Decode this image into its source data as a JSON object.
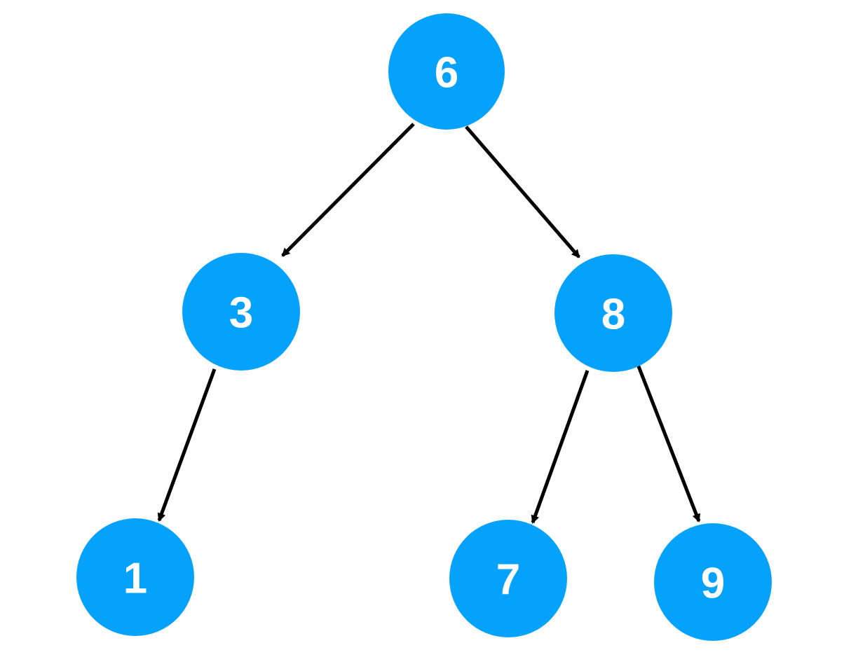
{
  "tree": {
    "colors": {
      "node_fill": "#05a2fd",
      "node_text": "#ffffff",
      "edge": "#000000"
    },
    "nodes": [
      {
        "id": "n6",
        "label": "6"
      },
      {
        "id": "n3",
        "label": "3"
      },
      {
        "id": "n8",
        "label": "8"
      },
      {
        "id": "n1",
        "label": "1"
      },
      {
        "id": "n7",
        "label": "7"
      },
      {
        "id": "n9",
        "label": "9"
      }
    ],
    "edges": [
      {
        "from": "n6",
        "to": "n3"
      },
      {
        "from": "n6",
        "to": "n8"
      },
      {
        "from": "n3",
        "to": "n1"
      },
      {
        "from": "n8",
        "to": "n7"
      },
      {
        "from": "n8",
        "to": "n9"
      }
    ]
  }
}
